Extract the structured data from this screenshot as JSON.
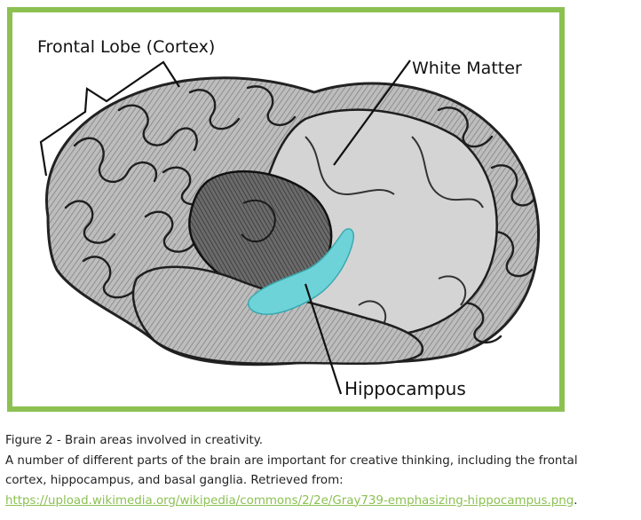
{
  "figure": {
    "labels": {
      "frontal_lobe": "Frontal Lobe (Cortex)",
      "white_matter": "White Matter",
      "hippocampus": "Hippocampus"
    },
    "colors": {
      "frame_border": "#8cc152",
      "hippocampus_highlight": "#6ed3d8",
      "link": "#8cc152"
    }
  },
  "caption": {
    "title": "Figure 2 - Brain areas involved in creativity.",
    "description_line1": "A number of different parts of the brain are important for creative thinking, including the frontal",
    "description_line2": "cortex, hippocampus, and basal ganglia. Retrieved from:",
    "link_text": "https://upload.wikimedia.org/wikipedia/commons/2/2e/Gray739-emphasizing-hippocampus.png",
    "link_suffix": "."
  }
}
